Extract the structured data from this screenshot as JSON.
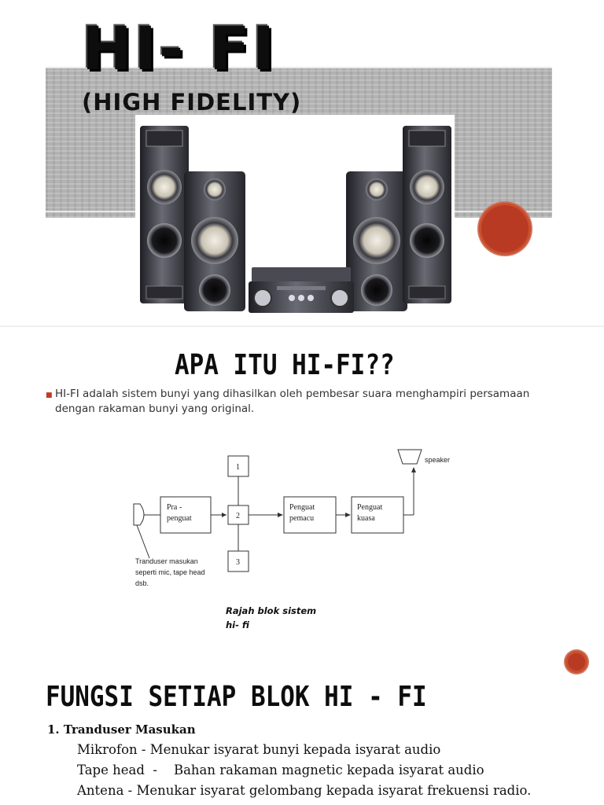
{
  "slide1": {
    "title": "HI- FI",
    "subtitle": "(HIGH FIDELITY)"
  },
  "slide2": {
    "heading": "APA ITU HI-FI??",
    "bullet": "HI-FI adalah sistem bunyi yang dihasilkan oleh pembesar suara menghampiri persamaan dengan rakaman bunyi yang original.",
    "diagram": {
      "blocks": [
        "Pra -",
        "penguat",
        "1",
        "2",
        "3",
        "Penguat",
        "pemacu",
        "Penguat",
        "kuasa"
      ],
      "speaker_label": "speaker",
      "input_note": [
        "Tranduser masukan",
        "seperti mic, tape head",
        "dsb."
      ]
    },
    "caption": [
      "Rajah blok sistem",
      "hi- fi"
    ]
  },
  "slide3": {
    "heading": "FUNGSI SETIAP BLOK HI - FI",
    "list_heading": "1.  Tranduser Masukan",
    "lines": [
      "Mikrofon - Menukar isyarat bunyi kepada isyarat audio",
      "Tape head  -    Bahan rakaman magnetic kepada isyarat audio",
      "Antena - Menukar isyarat gelombang kepada isyarat frekuensi radio."
    ]
  },
  "colors": {
    "accent_red": "#b83a22",
    "band_gray": "#b3b3b3"
  },
  "icons": [
    "hifi-speaker-system-image",
    "decorative-red-circle-icon",
    "bullet-icon"
  ]
}
